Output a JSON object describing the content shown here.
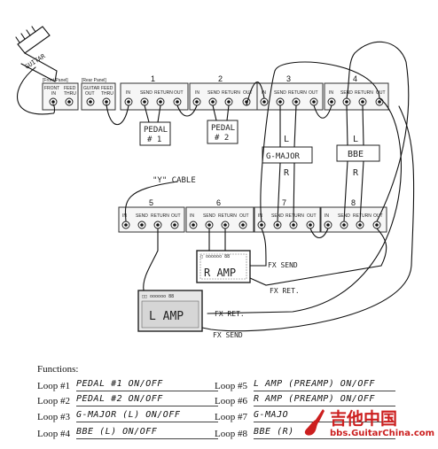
{
  "guitar_label": "GUITAR",
  "front_panel": {
    "title": "[Front Panel]",
    "jack_labels": [
      "FRONT",
      "IN",
      "FEED",
      "THRU"
    ]
  },
  "rear_panel": {
    "title": "[Rear Panel]",
    "jack_labels": [
      "GUITAR",
      "OUT",
      "FEED",
      "THRU"
    ]
  },
  "jack_labels": [
    "IN",
    "SEND",
    "RETURN",
    "OUT"
  ],
  "loops": [
    "1",
    "2",
    "3",
    "4",
    "5",
    "6",
    "7",
    "8"
  ],
  "pedals": {
    "pedal1": [
      "PEDAL",
      "# 1"
    ],
    "pedal2": [
      "PEDAL",
      "# 2"
    ],
    "gmajor": "G-MAJOR",
    "bbe": "BBE"
  },
  "channel_letters": {
    "left": "L",
    "right": "R"
  },
  "y_cable": "\"Y\" CABLE",
  "amps": {
    "r_amp": "R AMP",
    "l_amp": "L AMP"
  },
  "fx_labels": {
    "r_send": "FX SEND",
    "r_ret": "FX RET.",
    "l_ret": "FX RET.",
    "l_send": "FX SEND"
  },
  "functions": {
    "title": "Functions:",
    "rows": [
      {
        "label": "Loop #1",
        "value": "PEDAL #1 ON/OFF"
      },
      {
        "label": "Loop #2",
        "value": "PEDAL #2 ON/OFF"
      },
      {
        "label": "Loop #3",
        "value": "G-MAJOR (L) ON/OFF"
      },
      {
        "label": "Loop #4",
        "value": "BBE (L) ON/OFF"
      },
      {
        "label": "Loop #5",
        "value": "L AMP (PREAMP) ON/OFF"
      },
      {
        "label": "Loop #6",
        "value": "R AMP (PREAMP) ON/OFF"
      },
      {
        "label": "Loop #7",
        "value": "G-MAJO"
      },
      {
        "label": "Loop #8",
        "value": "BBE (R)"
      }
    ]
  },
  "watermark": {
    "title": "吉他中国",
    "url": "bbs.GuitarChina.com"
  },
  "colors": {
    "ink": "#111111",
    "watermark": "#cc1f1f"
  }
}
